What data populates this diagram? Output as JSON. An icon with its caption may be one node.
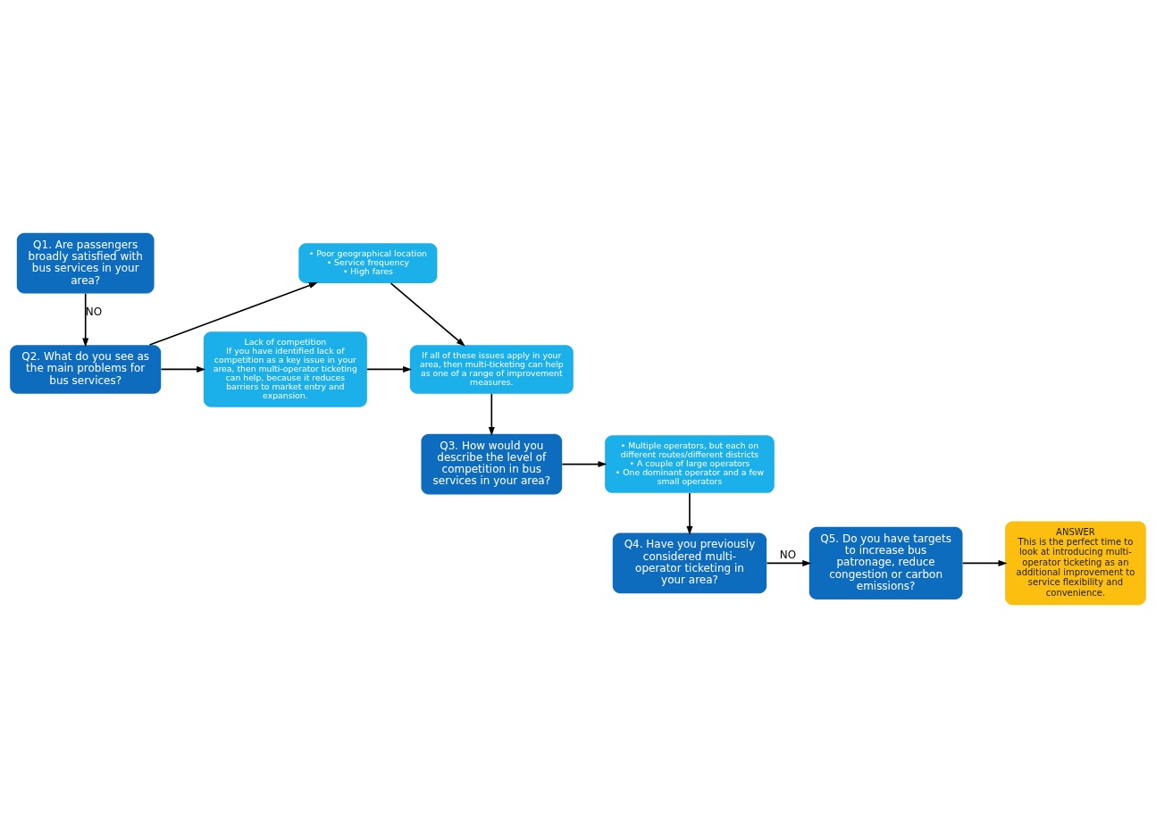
{
  "diagram": {
    "nodes": [
      {
        "text": [
          "Q1. Are passengers broadly satisfied with bus services in your area?"
        ]
      },
      {
        "text": [
          "Q2. What do you see as the main problems for bus services?"
        ]
      },
      {
        "text": [
          "• Poor geographical location",
          "• Service frequency",
          "• High fares"
        ]
      },
      {
        "text": [
          "Lack of competition",
          "If you have identified lack of competition as a key issue in your area, then multi-operator ticketing can help, because it reduces barriers to market entry and expansion."
        ]
      },
      {
        "text": [
          "If all of these issues apply in your area, then multi-ticketing can help as one of a range of improvement measures."
        ]
      },
      {
        "text": [
          "Q3. How would you describe the level of competition in bus services in your area?"
        ]
      },
      {
        "text": [
          "• Multiple operators, but each on different routes/different districts",
          "• A couple of large operators",
          "• One dominant operator and a few small operators"
        ]
      },
      {
        "text": [
          "Q4. Have you previously considered multi-operator ticketing in your area?"
        ]
      },
      {
        "text": [
          "Q5. Do you have targets to increase bus patronage, reduce congestion or carbon emissions?"
        ]
      },
      {
        "text": [
          "ANSWER",
          "This is the perfect time to look at introducing multi-operator ticketing as an additional improvement to service flexibility and convenience."
        ]
      }
    ],
    "edges": [
      {
        "from": 0,
        "to": 1,
        "arrow": "to",
        "label": "NO"
      },
      {
        "from": 1,
        "to": 2,
        "arrow": "to"
      },
      {
        "from": 1,
        "to": 3,
        "arrow": "to"
      },
      {
        "from": 2,
        "to": 4,
        "arrow": "to"
      },
      {
        "from": 3,
        "to": 4,
        "arrow": "to"
      },
      {
        "from": 4,
        "to": 5,
        "arrow": "to"
      },
      {
        "from": 5,
        "to": 6,
        "arrow": "to"
      },
      {
        "from": 6,
        "to": 7,
        "arrow": "to"
      },
      {
        "from": 7,
        "to": 8,
        "arrow": "to",
        "label": "NO"
      },
      {
        "from": 8,
        "to": 9,
        "arrow": "to"
      }
    ]
  }
}
